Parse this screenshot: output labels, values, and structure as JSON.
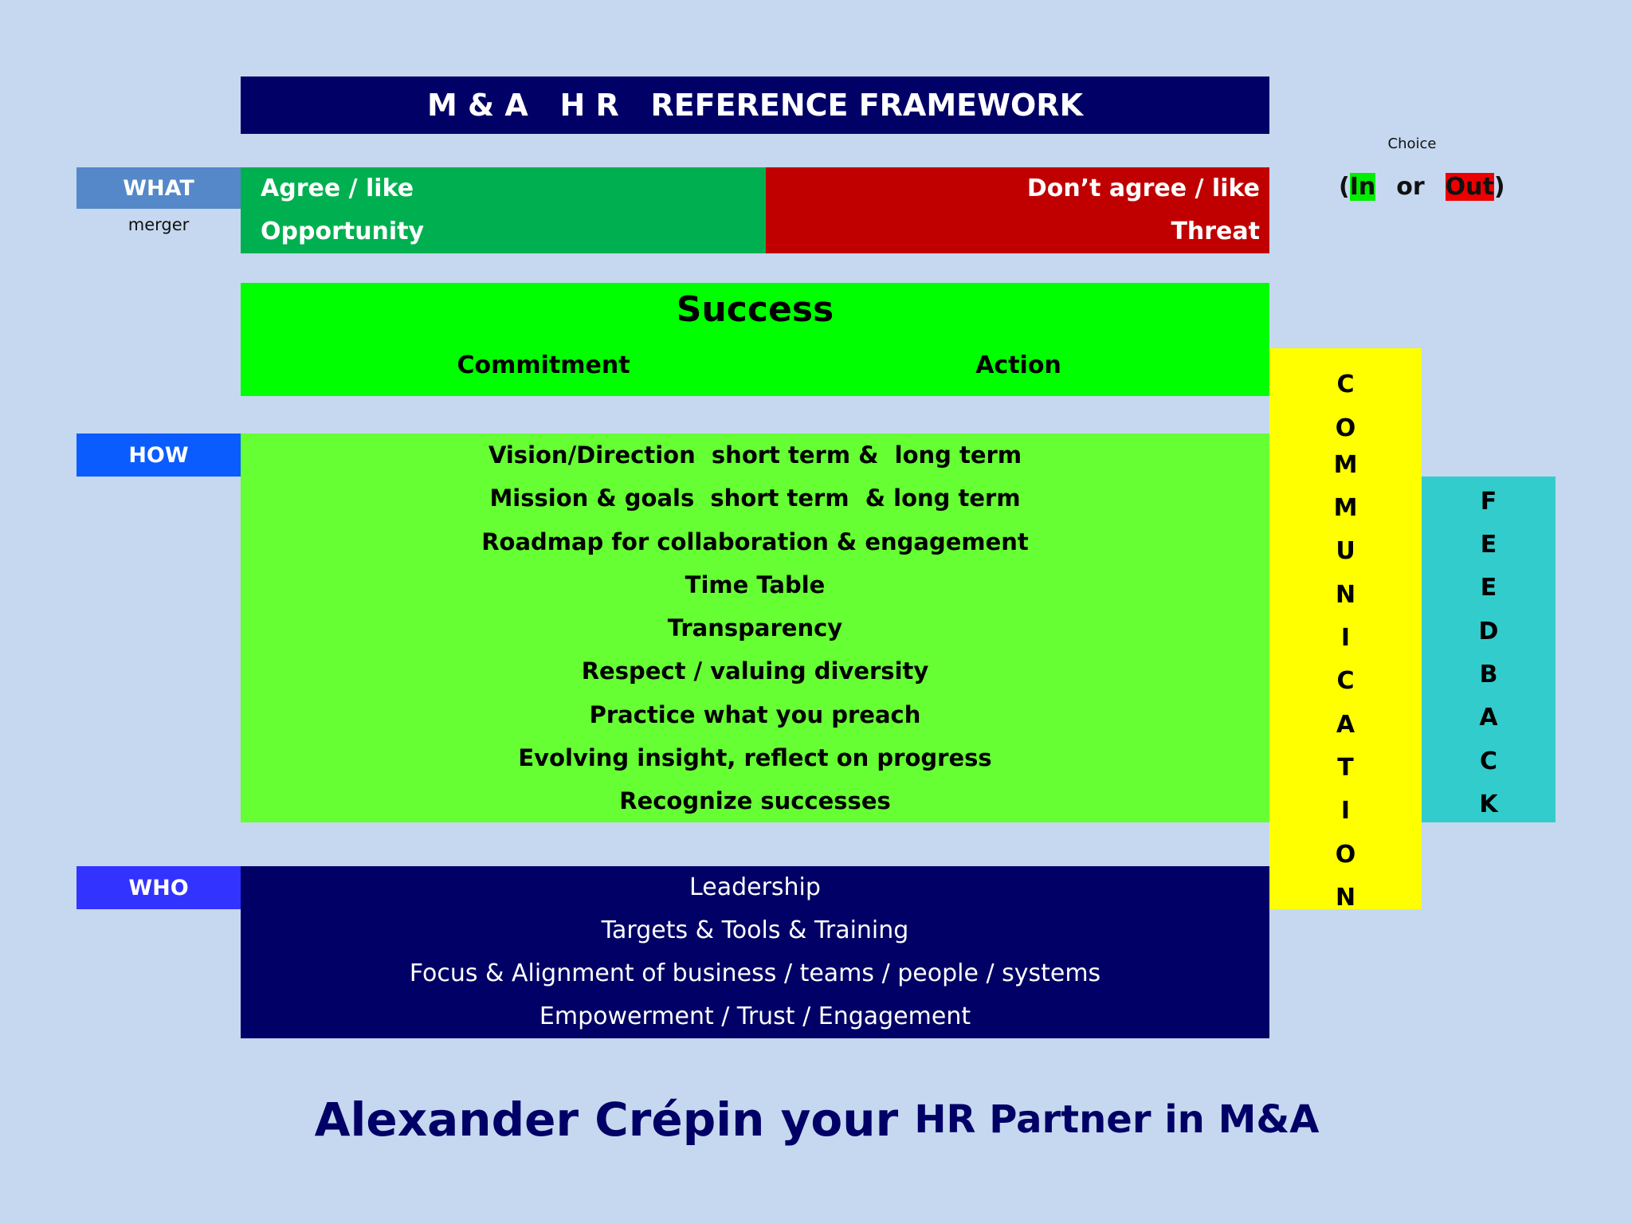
{
  "title": "M & A   H R   REFERENCE FRAMEWORK",
  "side_labels": {
    "what": "WHAT",
    "what_sub": "merger",
    "how": "HOW",
    "who": "WHO"
  },
  "what": {
    "positive": [
      "Agree / like",
      "Opportunity"
    ],
    "negative": [
      "Don’t agree / like",
      "Threat"
    ]
  },
  "choice": {
    "caption": "Choice",
    "open_paren": "(",
    "in": "In",
    "or": "or",
    "out": "Out",
    "close_paren": ")"
  },
  "success": {
    "title": "Success",
    "left": "Commitment",
    "right": "Action"
  },
  "how_items": [
    "Vision/Direction  short term &  long term",
    "Mission & goals  short term  & long term",
    "Roadmap for collaboration & engagement",
    "Time Table",
    "Transparency",
    "Respect / valuing diversity",
    "Practice what you preach",
    "Evolving insight, reflect on progress",
    "Recognize successes"
  ],
  "communication_letters": [
    "C",
    "O",
    "M",
    "M",
    "U",
    "N",
    "I",
    "C",
    "A",
    "T",
    "I",
    "O",
    "N"
  ],
  "feedback_letters": [
    "F",
    "E",
    "E",
    "D",
    "B",
    "A",
    "C",
    "K"
  ],
  "who_items": [
    "Leadership",
    "Targets & Tools & Training",
    "Focus & Alignment of business / teams / people / systems",
    "Empowerment / Trust / Engagement"
  ],
  "footer": {
    "big": "Alexander Crépin your ",
    "small": "HR Partner in M&A"
  },
  "colors": {
    "background": "#c5d8ef",
    "navy": "#000066",
    "opportunity_green": "#00b050",
    "threat_red": "#c00000",
    "success_green": "#00ff00",
    "how_green": "#66ff33",
    "communication_yellow": "#ffff00",
    "feedback_teal": "#33cccc"
  }
}
